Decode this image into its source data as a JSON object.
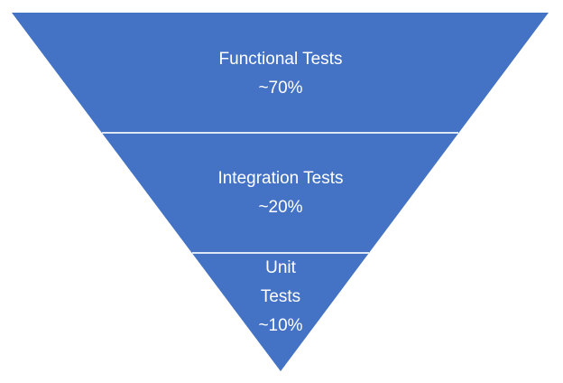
{
  "diagram": {
    "type": "inverted_pyramid",
    "colors": {
      "fill": "#4472C4",
      "divider": "#DDE6F5",
      "text": "#FFFFFF",
      "background": "#FFFFFF"
    },
    "levels": [
      {
        "label": "Functional Tests",
        "value": "~70%"
      },
      {
        "label": "Integration Tests",
        "value": "~20%"
      },
      {
        "label_line1": "Unit",
        "label_line2": "Tests",
        "value": "~10%"
      }
    ]
  }
}
